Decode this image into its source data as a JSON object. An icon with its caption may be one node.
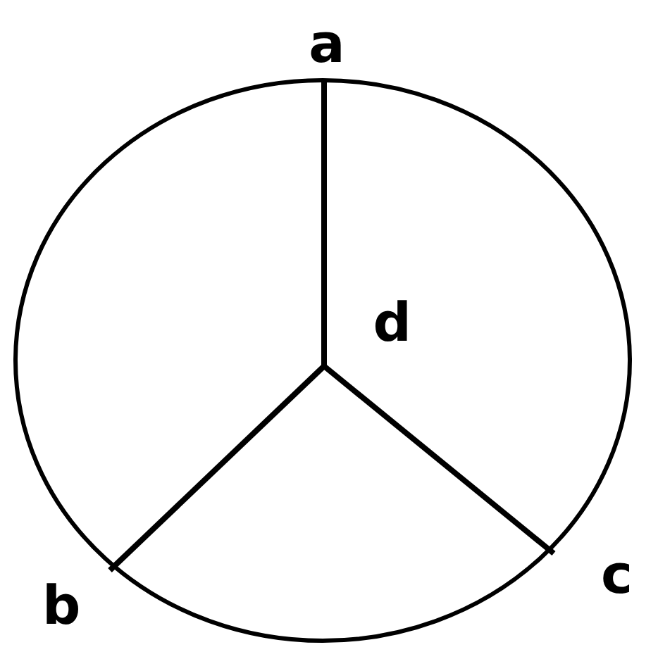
{
  "diagram": {
    "nodes": [
      {
        "text": [
          "a"
        ]
      },
      {
        "text": [
          "d"
        ]
      },
      {
        "text": [
          "b"
        ]
      },
      {
        "text": [
          "c"
        ]
      }
    ],
    "edges": [
      {
        "from": 1,
        "to": 0,
        "arrow": "none"
      },
      {
        "from": 1,
        "to": 2,
        "arrow": "none"
      },
      {
        "from": 1,
        "to": 3,
        "arrow": "none"
      }
    ]
  }
}
